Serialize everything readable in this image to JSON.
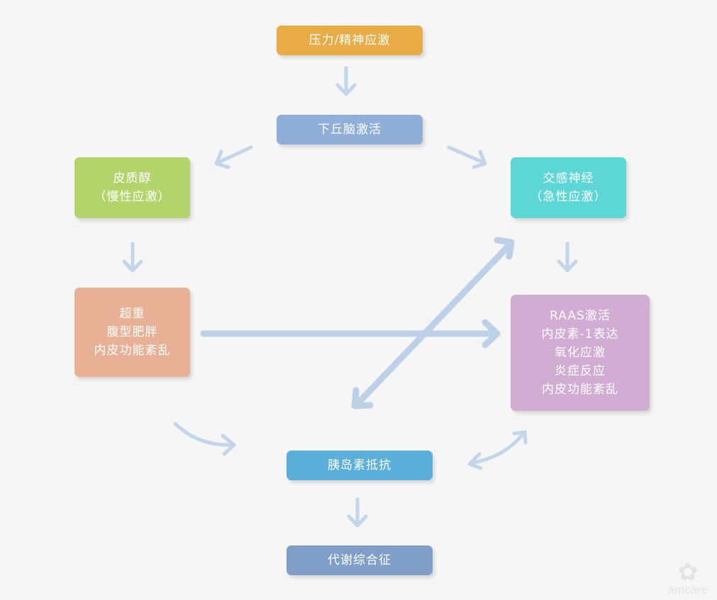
{
  "nodes": {
    "stress": {
      "lines": [
        "压力/精神应激"
      ],
      "color": "#e8ab45"
    },
    "hypothalamus": {
      "lines": [
        "下丘脑激活"
      ],
      "color": "#8fafd9"
    },
    "cortisol": {
      "lines": [
        "皮质醇",
        "（慢性应激）"
      ],
      "color": "#b2d46b"
    },
    "sympathetic": {
      "lines": [
        "交感神经",
        "（急性应激）"
      ],
      "color": "#5dd6d6"
    },
    "obesity": {
      "lines": [
        "超重",
        "腹型肥胖",
        "内皮功能紊乱"
      ],
      "color": "#e8b095"
    },
    "raas": {
      "lines": [
        "RAAS激活",
        "内皮素-1表达",
        "氧化应激",
        "炎症反应",
        "内皮功能紊乱"
      ],
      "color": "#d1acd3"
    },
    "insulin": {
      "lines": [
        "胰岛素抵抗"
      ],
      "color": "#5ab0db"
    },
    "metabolic": {
      "lines": [
        "代谢综合征"
      ],
      "color": "#7f9fc9"
    }
  },
  "logo": {
    "text": "amcare"
  },
  "colors": {
    "background": "#f6f6f6",
    "arrow": "#c2d5ea"
  }
}
